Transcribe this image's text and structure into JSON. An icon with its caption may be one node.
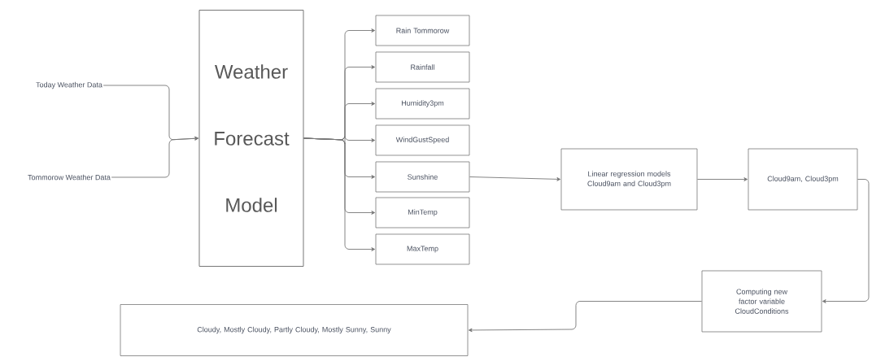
{
  "diagram": {
    "nodes": [
      {
        "text": [
          "Today Weather Data"
        ]
      },
      {
        "text": [
          "Tommorow Weather Data"
        ]
      },
      {
        "text": [
          "Weather Forecast Model"
        ]
      },
      {
        "text": [
          "Rain Tommorow"
        ]
      },
      {
        "text": [
          "Rainfall"
        ]
      },
      {
        "text": [
          "Humidity3pm"
        ]
      },
      {
        "text": [
          "WindGustSpeed"
        ]
      },
      {
        "text": [
          "Sunshine"
        ]
      },
      {
        "text": [
          "MinTemp"
        ]
      },
      {
        "text": [
          "MaxTemp"
        ]
      },
      {
        "text": [
          "Linear regression models Cloud9am and Cloud3pm"
        ]
      },
      {
        "text": [
          "Cloud9am, Cloud3pm"
        ]
      },
      {
        "text": [
          "Computing new factor variable CloudConditions"
        ]
      },
      {
        "text": [
          "Cloudy, Mostly Cloudy, Partly Cloudy, Mostly Sunny, Sunny"
        ]
      }
    ],
    "edges": [
      {
        "from": 0,
        "to": 2,
        "arrow": "to"
      },
      {
        "from": 1,
        "to": 2,
        "arrow": "to"
      },
      {
        "from": 2,
        "to": 3,
        "arrow": "to"
      },
      {
        "from": 2,
        "to": 4,
        "arrow": "to"
      },
      {
        "from": 2,
        "to": 5,
        "arrow": "to"
      },
      {
        "from": 2,
        "to": 6,
        "arrow": "to"
      },
      {
        "from": 2,
        "to": 7,
        "arrow": "to"
      },
      {
        "from": 2,
        "to": 8,
        "arrow": "to"
      },
      {
        "from": 2,
        "to": 9,
        "arrow": "to"
      },
      {
        "from": 7,
        "to": 10,
        "arrow": "to"
      },
      {
        "from": 10,
        "to": 11,
        "arrow": "to"
      },
      {
        "from": 11,
        "to": 12,
        "arrow": "to"
      },
      {
        "from": 12,
        "to": 13,
        "arrow": "to"
      }
    ]
  }
}
